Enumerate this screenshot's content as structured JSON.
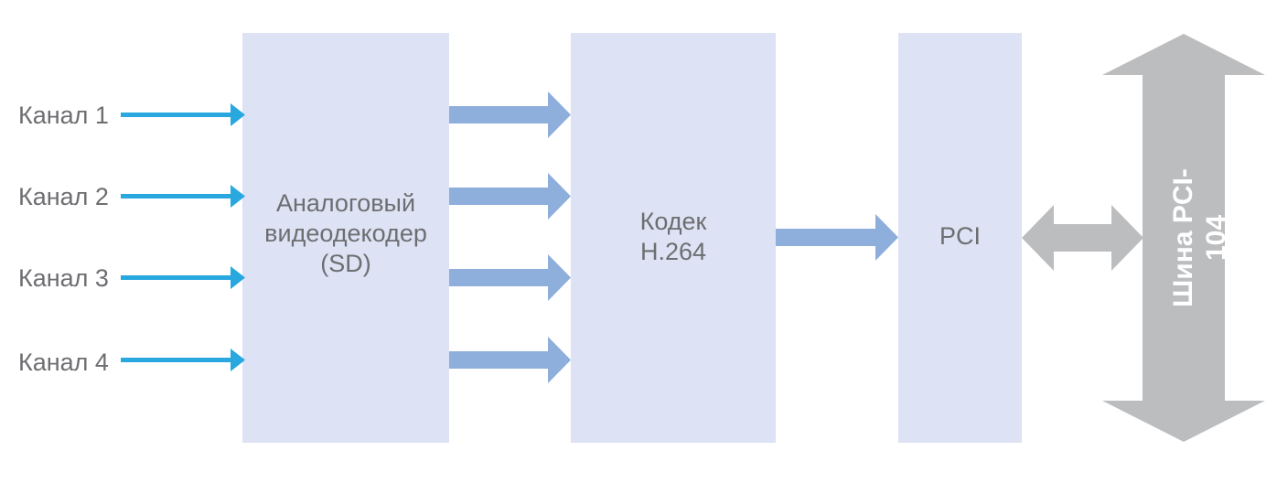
{
  "channels": [
    {
      "label": "Канал 1"
    },
    {
      "label": "Канал 2"
    },
    {
      "label": "Канал 3"
    },
    {
      "label": "Канал 4"
    }
  ],
  "decoder": {
    "line1": "Аналоговый",
    "line2": "видеодекодер",
    "line3": "(SD)"
  },
  "codec": {
    "line1": "Кодек",
    "line2": "H.264"
  },
  "pci": {
    "label": "PCI"
  },
  "bus": {
    "label": "Шина PCI-104"
  },
  "colors": {
    "block_fill": "#dde3f4",
    "input_arrow": "#29a8e0",
    "data_arrow": "#8eaedb",
    "bus_arrow": "#bcbdbf",
    "text": "#6d6e71"
  }
}
